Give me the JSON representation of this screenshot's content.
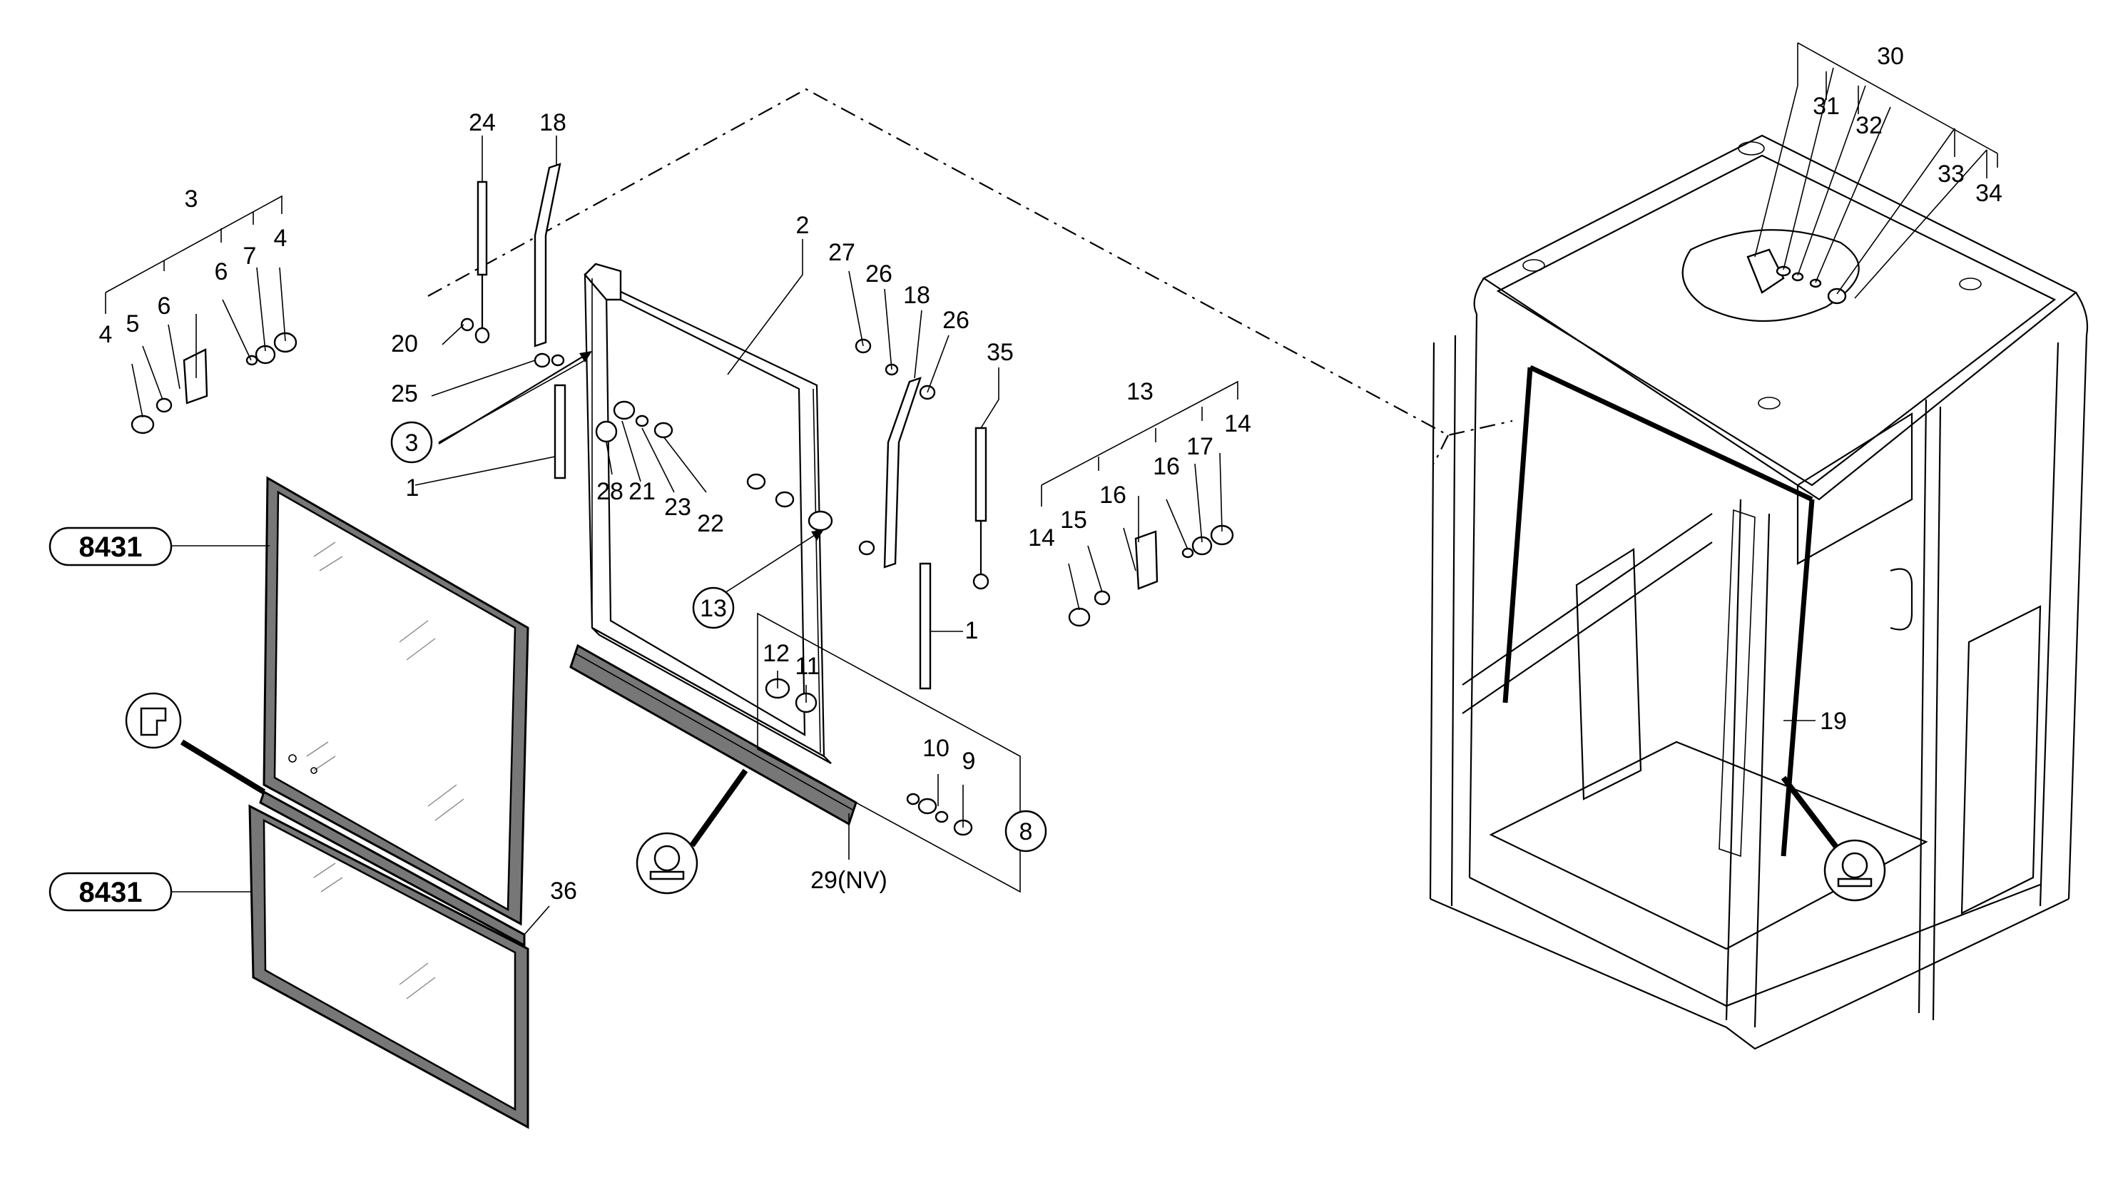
{
  "labels": {
    "n1": "1",
    "n2": "2",
    "n3": "3",
    "n4": "4",
    "n5": "5",
    "n6": "6",
    "n7": "7",
    "n8": "8",
    "n9": "9",
    "n10": "10",
    "n11": "11",
    "n12": "12",
    "n13": "13",
    "n14": "14",
    "n15": "15",
    "n16": "16",
    "n17": "17",
    "n18": "18",
    "n19": "19",
    "n20": "20",
    "n21": "21",
    "n22": "22",
    "n23": "23",
    "n24": "24",
    "n25": "25",
    "n26": "26",
    "n27": "27",
    "n28": "28",
    "n29": "29(NV)",
    "n30": "30",
    "n31": "31",
    "n32": "32",
    "n33": "33",
    "n34": "34",
    "n35": "35",
    "n36": "36"
  },
  "references": {
    "glass_upper": "8431",
    "glass_lower": "8431"
  },
  "callouts": {
    "c3": "3",
    "c13": "13",
    "c8": "8"
  },
  "icons": {
    "seal_profile": "seal-profile-icon",
    "adhesive_left": "adhesive-icon",
    "adhesive_right": "adhesive-icon"
  }
}
